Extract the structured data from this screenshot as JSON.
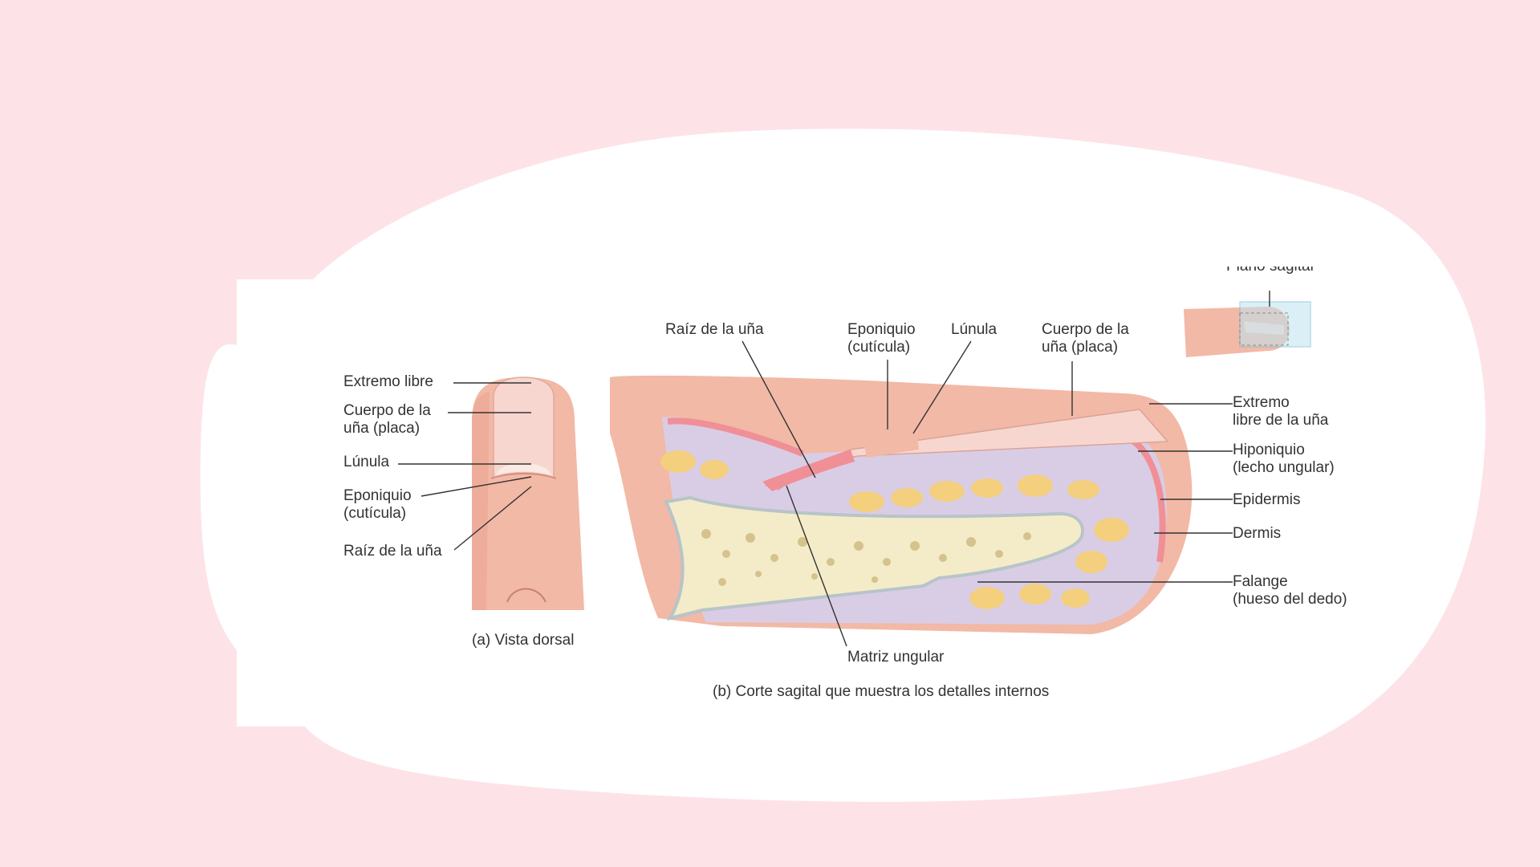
{
  "colors": {
    "background": "#fde3e8",
    "panel": "#ffffff",
    "skin": "#f2b9a6",
    "nail": "#f7d6cf",
    "dermis": "#d9cde6",
    "epidermis": "#f08f96",
    "fat": "#f3cf7e",
    "bone": "#f4ecc8",
    "leader": "#333333"
  },
  "dorsal_view": {
    "caption": "(a) Vista dorsal",
    "labels": {
      "free_edge": "Extremo libre",
      "nail_body": [
        "Cuerpo de la",
        "uña (placa)"
      ],
      "lunula": "Lúnula",
      "eponychium": [
        "Eponiquio",
        "(cutícula)"
      ],
      "nail_root": "Raíz de la uña"
    }
  },
  "sagittal_view": {
    "caption": "(b) Corte sagital que muestra los detalles internos",
    "inset_label": "Plano sagital",
    "labels": {
      "nail_root": "Raíz de la uña",
      "eponychium": [
        "Eponiquio",
        "(cutícula)"
      ],
      "lunula": "Lúnula",
      "nail_body": [
        "Cuerpo de la",
        "uña (placa)"
      ],
      "free_edge": [
        "Extremo",
        "libre de la uña"
      ],
      "hyponychium": [
        "Hiponiquio",
        "(lecho ungular)"
      ],
      "epidermis": "Epidermis",
      "dermis": "Dermis",
      "phalanx": [
        "Falange",
        "(hueso del dedo)"
      ],
      "nail_matrix": "Matriz ungular"
    }
  }
}
